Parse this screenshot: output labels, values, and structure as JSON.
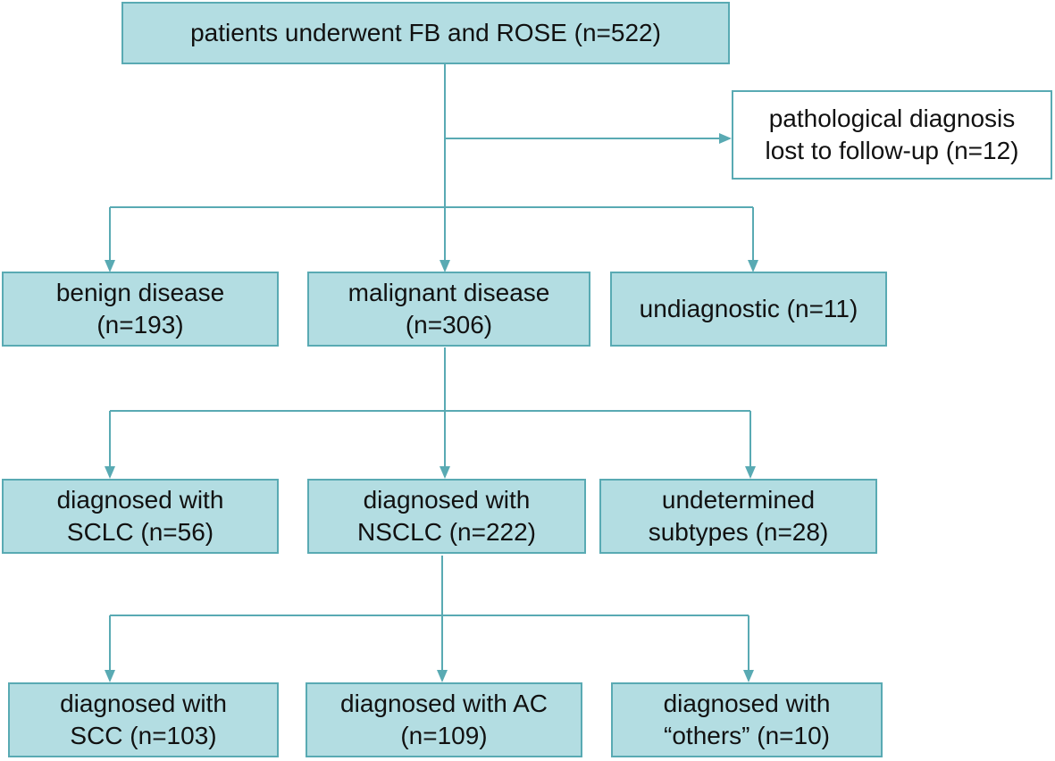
{
  "colors": {
    "box_fill": "#b3dde2",
    "border": "#59aab3",
    "arrow": "#59aab3",
    "text": "#111111"
  },
  "nodes": {
    "root": {
      "lines": [
        "patients underwent FB and ROSE (n=522)"
      ]
    },
    "lost": {
      "lines": [
        "pathological diagnosis",
        "lost to follow-up (n=12)"
      ]
    },
    "benign": {
      "lines": [
        "benign disease",
        "(n=193)"
      ]
    },
    "malignant": {
      "lines": [
        "malignant disease",
        "(n=306)"
      ]
    },
    "undiagnostic": {
      "lines": [
        "undiagnostic (n=11)"
      ]
    },
    "sclc": {
      "lines": [
        "diagnosed with",
        "SCLC (n=56)"
      ]
    },
    "nsclc": {
      "lines": [
        "diagnosed with",
        "NSCLC (n=222)"
      ]
    },
    "undetermined": {
      "lines": [
        "undetermined",
        "subtypes (n=28)"
      ]
    },
    "scc": {
      "lines": [
        "diagnosed with",
        "SCC (n=103)"
      ]
    },
    "ac": {
      "lines": [
        "diagnosed with AC",
        "(n=109)"
      ]
    },
    "others": {
      "lines": [
        "diagnosed with",
        "“others” (n=10)"
      ]
    }
  }
}
